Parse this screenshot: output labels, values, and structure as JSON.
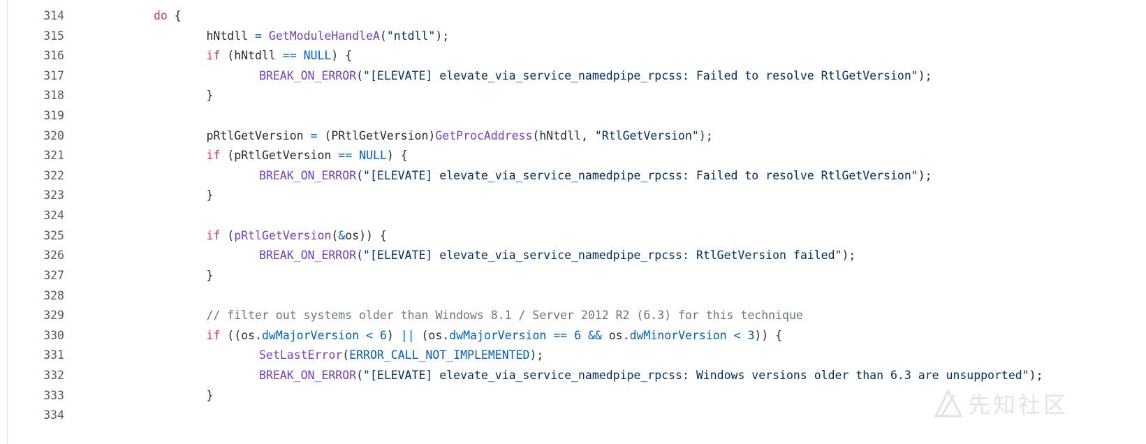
{
  "colors": {
    "keyword": "#d73a49",
    "function": "#6f42c1",
    "string": "#032f62",
    "constant": "#005cc5",
    "comment": "#6a737d",
    "plain": "#24292e",
    "line_number": "#5a5a5a"
  },
  "watermark": {
    "text": "先知社区",
    "icon": "xianzhi-logo-icon"
  },
  "code_lines": [
    {
      "n": "314",
      "indent": 0,
      "tokens": [
        {
          "t": "do",
          "c": "kw"
        },
        {
          "t": " {",
          "c": "plain"
        }
      ]
    },
    {
      "n": "315",
      "indent": 1,
      "tokens": [
        {
          "t": "hNtdll ",
          "c": "plain"
        },
        {
          "t": "=",
          "c": "op"
        },
        {
          "t": " ",
          "c": "plain"
        },
        {
          "t": "GetModuleHandleA",
          "c": "fn"
        },
        {
          "t": "(",
          "c": "plain"
        },
        {
          "t": "\"ntdll\"",
          "c": "str"
        },
        {
          "t": ");",
          "c": "plain"
        }
      ]
    },
    {
      "n": "316",
      "indent": 1,
      "tokens": [
        {
          "t": "if",
          "c": "kw"
        },
        {
          "t": " (hNtdll ",
          "c": "plain"
        },
        {
          "t": "==",
          "c": "op"
        },
        {
          "t": " ",
          "c": "plain"
        },
        {
          "t": "NULL",
          "c": "const"
        },
        {
          "t": ") {",
          "c": "plain"
        }
      ]
    },
    {
      "n": "317",
      "indent": 2,
      "tokens": [
        {
          "t": "BREAK_ON_ERROR",
          "c": "fn"
        },
        {
          "t": "(",
          "c": "plain"
        },
        {
          "t": "\"[ELEVATE] elevate_via_service_namedpipe_rpcss: Failed to resolve RtlGetVersion\"",
          "c": "str"
        },
        {
          "t": ");",
          "c": "plain"
        }
      ]
    },
    {
      "n": "318",
      "indent": 1,
      "tokens": [
        {
          "t": "}",
          "c": "plain"
        }
      ]
    },
    {
      "n": "319",
      "indent": 0,
      "tokens": []
    },
    {
      "n": "320",
      "indent": 1,
      "tokens": [
        {
          "t": "pRtlGetVersion ",
          "c": "plain"
        },
        {
          "t": "=",
          "c": "op"
        },
        {
          "t": " (PRtlGetVersion)",
          "c": "plain"
        },
        {
          "t": "GetProcAddress",
          "c": "fn"
        },
        {
          "t": "(hNtdll, ",
          "c": "plain"
        },
        {
          "t": "\"RtlGetVersion\"",
          "c": "str"
        },
        {
          "t": ");",
          "c": "plain"
        }
      ]
    },
    {
      "n": "321",
      "indent": 1,
      "tokens": [
        {
          "t": "if",
          "c": "kw"
        },
        {
          "t": " (pRtlGetVersion ",
          "c": "plain"
        },
        {
          "t": "==",
          "c": "op"
        },
        {
          "t": " ",
          "c": "plain"
        },
        {
          "t": "NULL",
          "c": "const"
        },
        {
          "t": ") {",
          "c": "plain"
        }
      ]
    },
    {
      "n": "322",
      "indent": 2,
      "tokens": [
        {
          "t": "BREAK_ON_ERROR",
          "c": "fn"
        },
        {
          "t": "(",
          "c": "plain"
        },
        {
          "t": "\"[ELEVATE] elevate_via_service_namedpipe_rpcss: Failed to resolve RtlGetVersion\"",
          "c": "str"
        },
        {
          "t": ");",
          "c": "plain"
        }
      ]
    },
    {
      "n": "323",
      "indent": 1,
      "tokens": [
        {
          "t": "}",
          "c": "plain"
        }
      ]
    },
    {
      "n": "324",
      "indent": 0,
      "tokens": []
    },
    {
      "n": "325",
      "indent": 1,
      "tokens": [
        {
          "t": "if",
          "c": "kw"
        },
        {
          "t": " (",
          "c": "plain"
        },
        {
          "t": "pRtlGetVersion",
          "c": "fn"
        },
        {
          "t": "(",
          "c": "plain"
        },
        {
          "t": "&",
          "c": "op"
        },
        {
          "t": "os)) {",
          "c": "plain"
        }
      ]
    },
    {
      "n": "326",
      "indent": 2,
      "tokens": [
        {
          "t": "BREAK_ON_ERROR",
          "c": "fn"
        },
        {
          "t": "(",
          "c": "plain"
        },
        {
          "t": "\"[ELEVATE] elevate_via_service_namedpipe_rpcss: RtlGetVersion failed\"",
          "c": "str"
        },
        {
          "t": ");",
          "c": "plain"
        }
      ]
    },
    {
      "n": "327",
      "indent": 1,
      "tokens": [
        {
          "t": "}",
          "c": "plain"
        }
      ]
    },
    {
      "n": "328",
      "indent": 0,
      "tokens": []
    },
    {
      "n": "329",
      "indent": 1,
      "tokens": [
        {
          "t": "// filter out systems older than Windows 8.1 / Server 2012 R2 (6.3) for this technique",
          "c": "cm"
        }
      ]
    },
    {
      "n": "330",
      "indent": 1,
      "tokens": [
        {
          "t": "if",
          "c": "kw"
        },
        {
          "t": " ((os.",
          "c": "plain"
        },
        {
          "t": "dwMajorVersion",
          "c": "const"
        },
        {
          "t": " ",
          "c": "plain"
        },
        {
          "t": "<",
          "c": "op"
        },
        {
          "t": " ",
          "c": "plain"
        },
        {
          "t": "6",
          "c": "const"
        },
        {
          "t": ") ",
          "c": "plain"
        },
        {
          "t": "||",
          "c": "op"
        },
        {
          "t": " (os.",
          "c": "plain"
        },
        {
          "t": "dwMajorVersion",
          "c": "const"
        },
        {
          "t": " ",
          "c": "plain"
        },
        {
          "t": "==",
          "c": "op"
        },
        {
          "t": " ",
          "c": "plain"
        },
        {
          "t": "6",
          "c": "const"
        },
        {
          "t": " ",
          "c": "plain"
        },
        {
          "t": "&&",
          "c": "op"
        },
        {
          "t": " os.",
          "c": "plain"
        },
        {
          "t": "dwMinorVersion",
          "c": "const"
        },
        {
          "t": " ",
          "c": "plain"
        },
        {
          "t": "<",
          "c": "op"
        },
        {
          "t": " ",
          "c": "plain"
        },
        {
          "t": "3",
          "c": "const"
        },
        {
          "t": ")) {",
          "c": "plain"
        }
      ]
    },
    {
      "n": "331",
      "indent": 2,
      "tokens": [
        {
          "t": "SetLastError",
          "c": "fn"
        },
        {
          "t": "(",
          "c": "plain"
        },
        {
          "t": "ERROR_CALL_NOT_IMPLEMENTED",
          "c": "const"
        },
        {
          "t": ");",
          "c": "plain"
        }
      ]
    },
    {
      "n": "332",
      "indent": 2,
      "tokens": [
        {
          "t": "BREAK_ON_ERROR",
          "c": "fn"
        },
        {
          "t": "(",
          "c": "plain"
        },
        {
          "t": "\"[ELEVATE] elevate_via_service_namedpipe_rpcss: Windows versions older than 6.3 are unsupported\"",
          "c": "str"
        },
        {
          "t": ");",
          "c": "plain"
        }
      ]
    },
    {
      "n": "333",
      "indent": 1,
      "tokens": [
        {
          "t": "}",
          "c": "plain"
        }
      ]
    },
    {
      "n": "334",
      "indent": 0,
      "tokens": []
    }
  ]
}
